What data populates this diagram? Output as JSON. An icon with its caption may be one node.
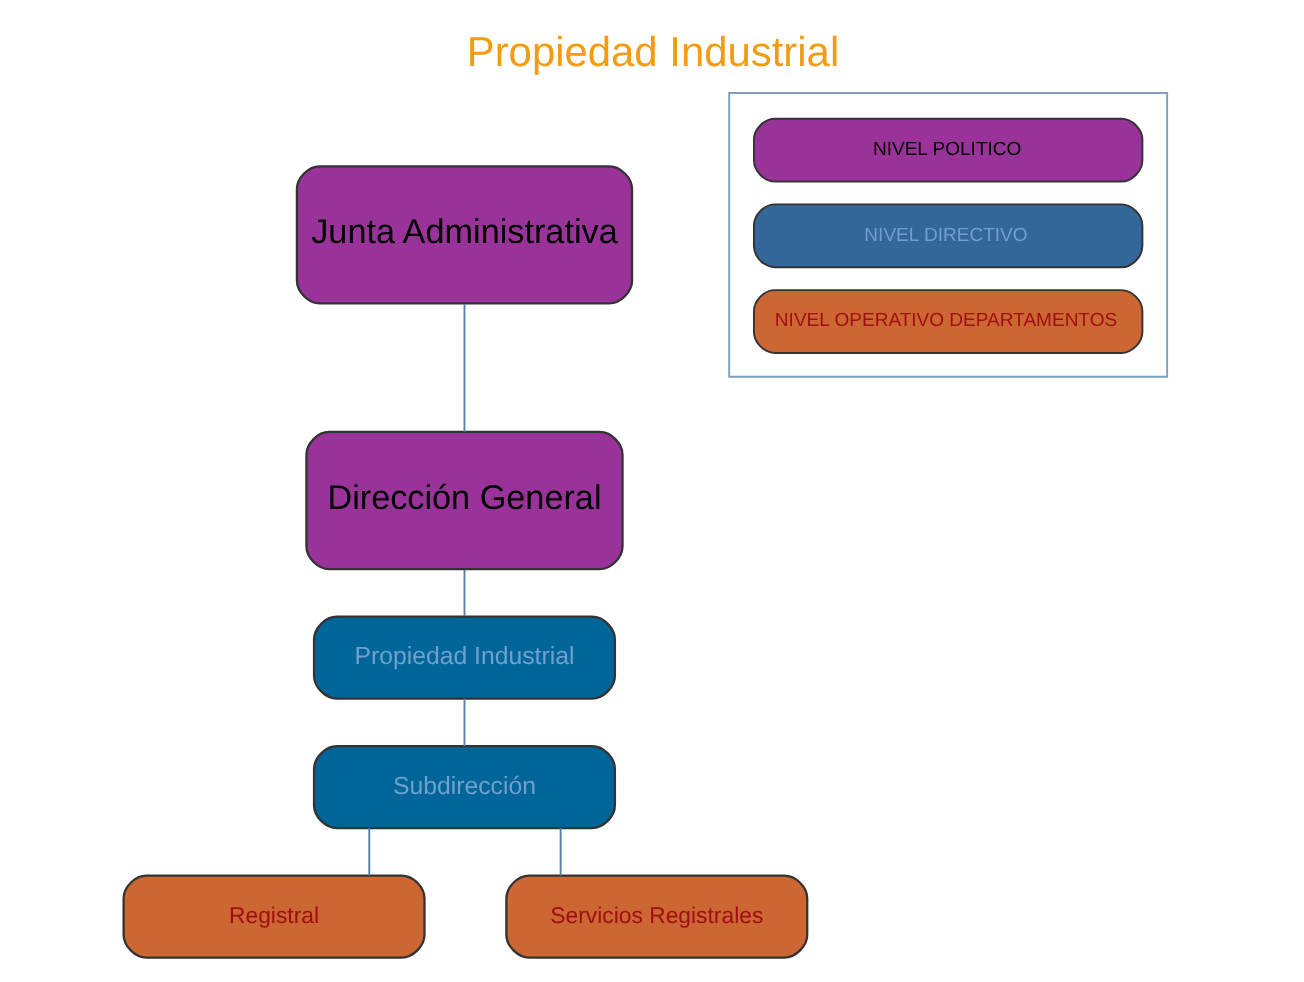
{
  "diagram": {
    "title": "Propiedad Industrial",
    "nodes": [
      {
        "text": [
          "Junta Administrativa"
        ]
      },
      {
        "text": [
          "Dirección General"
        ]
      },
      {
        "text": [
          "Propiedad Industrial"
        ]
      },
      {
        "text": [
          "Subdirección"
        ]
      },
      {
        "text": [
          "Registral"
        ]
      },
      {
        "text": [
          "Servicios Registrales"
        ]
      }
    ],
    "edges": [
      {
        "from": 0,
        "to": 1,
        "arrow": "none"
      },
      {
        "from": 1,
        "to": 2,
        "arrow": "none"
      },
      {
        "from": 2,
        "to": 3,
        "arrow": "none"
      },
      {
        "from": 3,
        "to": 4,
        "arrow": "none"
      },
      {
        "from": 3,
        "to": 5,
        "arrow": "none"
      }
    ],
    "legend": [
      {
        "text": "NIVEL POLITICO",
        "color": "#993399"
      },
      {
        "text": "NIVEL DIRECTIVO",
        "color": "#336699"
      },
      {
        "text": "NIVEL OPERATIVO DEPARTAMENTOS",
        "color": "#cc6633"
      }
    ]
  }
}
